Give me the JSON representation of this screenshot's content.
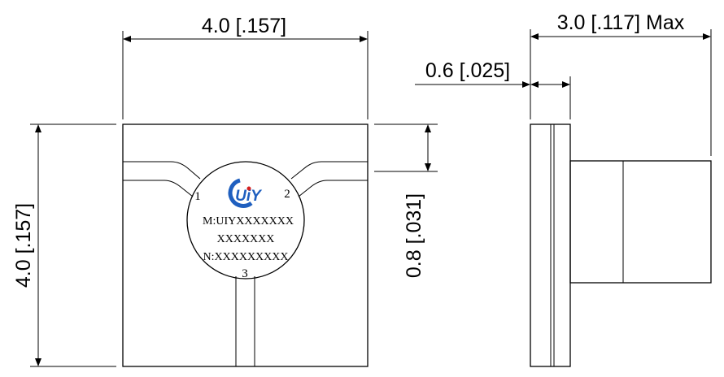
{
  "dimensions": {
    "top_width": "4.0 [.157]",
    "left_height": "4.0 [.157]",
    "trace_height": "0.8 [.031]",
    "side_total": "3.0 [.117] Max",
    "side_base": "0.6 [.025]"
  },
  "marking": {
    "logo_text": "UiY",
    "line1": "M:UIYXXXXXXX",
    "line2": "XXXXXXX",
    "line3": "N:XXXXXXXXX"
  },
  "ports": {
    "p1": "1",
    "p2": "2",
    "p3": "3"
  },
  "colors": {
    "logo_blue": "#1f5fbf",
    "logo_red": "#d42020",
    "body_fill": "#f5f5f5"
  }
}
